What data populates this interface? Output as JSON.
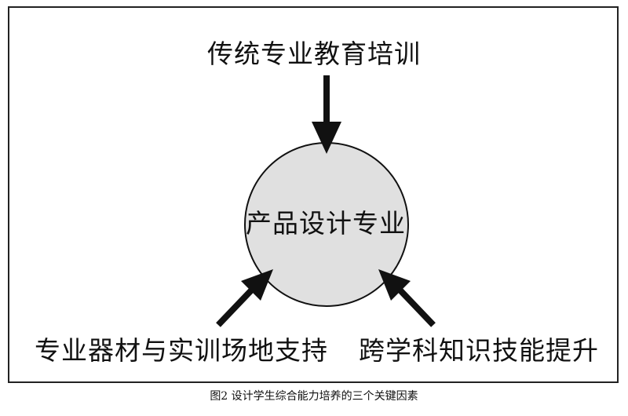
{
  "diagram": {
    "center": {
      "label": "产品设计专业",
      "fill": "#e0e0e0"
    },
    "inputs": {
      "top": "传统专业教育培训",
      "bottom_left": "专业器材与实训场地支持",
      "bottom_right": "跨学科知识技能提升"
    },
    "arrow_color": "#111111"
  },
  "caption": "图2 设计学生综合能力培养的三个关键因素"
}
